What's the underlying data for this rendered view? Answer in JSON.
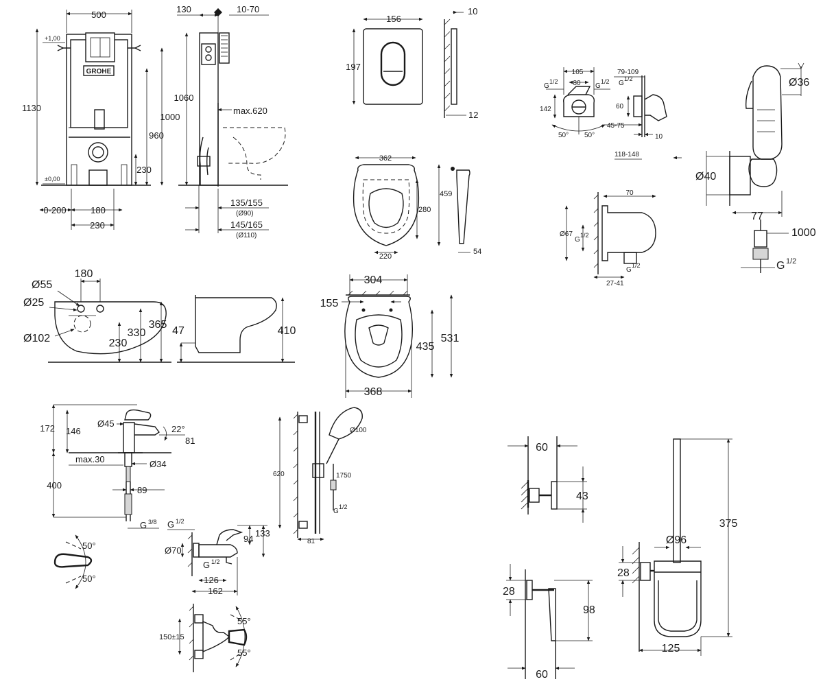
{
  "frame": {
    "dim_top_width": "500",
    "dim_total_height": "1130",
    "dim_plus": "+1,00",
    "dim_zero": "±0,00",
    "dim_1000": "1000",
    "dim_960": "960",
    "dim_230_v": "230",
    "dim_0_200": "0-200",
    "dim_180": "180",
    "dim_230_h": "230",
    "logo_text": "GROHE"
  },
  "frame_side": {
    "dim_130": "130",
    "dim_10_70": "10-70",
    "dim_1060": "1060",
    "dim_max620": "max.620",
    "dim_135_155": "135/155",
    "dim_d90": "(Ø90)",
    "dim_145_165": "145/165",
    "dim_d110": "(Ø110)"
  },
  "plate": {
    "dim_156": "156",
    "dim_197": "197",
    "dim_10": "10",
    "dim_12": "12"
  },
  "seat": {
    "dim_362": "362",
    "dim_459": "459",
    "dim_280": "280",
    "dim_220": "220",
    "dim_54": "54"
  },
  "bowl_side": {
    "dim_180": "180",
    "dim_d55": "Ø55",
    "dim_d25": "Ø25",
    "dim_d102": "Ø102",
    "dim_230": "230",
    "dim_330": "330",
    "dim_365": "365",
    "dim_47": "47",
    "dim_410": "410"
  },
  "bowl_top": {
    "dim_304": "304",
    "dim_155": "155",
    "dim_435": "435",
    "dim_531": "531",
    "dim_368": "368"
  },
  "hygiene": {
    "dim_105": "105",
    "dim_80": "80",
    "dim_g12_a": "G",
    "dim_g12_b": "G",
    "dim_g12_c": "G",
    "dim_frac": "1/2",
    "dim_79_109": "79-109",
    "dim_142": "142",
    "dim_60": "60",
    "dim_45_75": "45-75",
    "dim_50a": "50°",
    "dim_50b": "50°",
    "dim_10": "10",
    "dim_118_148": "118-148"
  },
  "elbow": {
    "dim_70": "70",
    "dim_d67": "Ø67",
    "dim_g": "G",
    "dim_g2": "G",
    "dim_frac": "1/2",
    "dim_27_41": "27-41"
  },
  "handshower": {
    "dim_d36": "Ø36",
    "dim_d40": "Ø40",
    "dim_77": "77",
    "dim_1000": "1000",
    "dim_g": "G",
    "dim_frac": "1/2"
  },
  "basin_mixer": {
    "dim_172": "172",
    "dim_146": "146",
    "dim_d45": "Ø45",
    "dim_22": "22°",
    "dim_81": "81",
    "dim_max30": "max.30",
    "dim_d34": "Ø34",
    "dim_400": "400",
    "dim_89": "89",
    "dim_g": "G",
    "dim_frac": "3/8",
    "dim_50a": "50°",
    "dim_50b": "50°"
  },
  "bath_mixer": {
    "dim_g": "G",
    "dim_g2": "G",
    "dim_frac": "1/2",
    "dim_d70": "Ø70",
    "dim_94": "94",
    "dim_133": "133",
    "dim_126": "126",
    "dim_162": "162",
    "dim_150": "150±15",
    "dim_55a": "55°",
    "dim_55b": "55°"
  },
  "shower_rail": {
    "dim_d100": "Ø100",
    "dim_620": "620",
    "dim_1750": "1750",
    "dim_g": "G",
    "dim_frac": "1/2",
    "dim_81": "81"
  },
  "accessories": {
    "hook_60": "60",
    "hook_43": "43",
    "holder_28": "28",
    "holder_98": "98",
    "holder_60": "60",
    "brush_d96": "Ø96",
    "brush_375": "375",
    "brush_28": "28",
    "brush_125": "125"
  }
}
